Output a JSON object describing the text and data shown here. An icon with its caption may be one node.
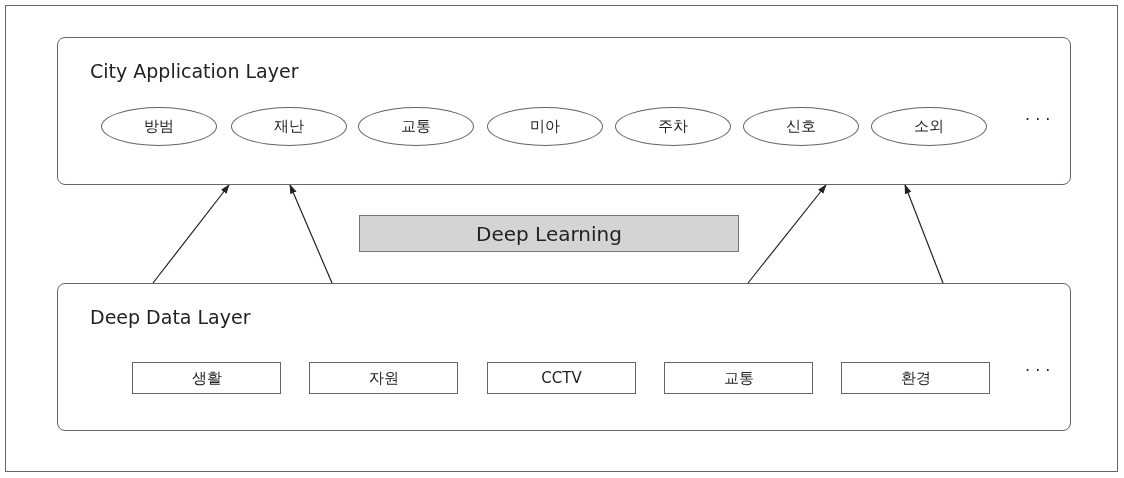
{
  "diagram": {
    "nodes": [
      {
        "text": [
          "City Application Layer"
        ]
      },
      {
        "text": [
          "방범"
        ],
        "in": 0
      },
      {
        "text": [
          "재난"
        ],
        "in": 0
      },
      {
        "text": [
          "교통"
        ],
        "in": 0
      },
      {
        "text": [
          "미아"
        ],
        "in": 0
      },
      {
        "text": [
          "주차"
        ],
        "in": 0
      },
      {
        "text": [
          "신호"
        ],
        "in": 0
      },
      {
        "text": [
          "소외"
        ],
        "in": 0
      },
      {
        "text": [
          "Deep Learning"
        ]
      },
      {
        "text": [
          "Deep Data Layer"
        ]
      },
      {
        "text": [
          "생활"
        ],
        "in": 9
      },
      {
        "text": [
          "자원"
        ],
        "in": 9
      },
      {
        "text": [
          "CCTV"
        ],
        "in": 9
      },
      {
        "text": [
          "교통"
        ],
        "in": 9
      },
      {
        "text": [
          "환경"
        ],
        "in": 9
      }
    ],
    "edges": [
      {
        "from": 9,
        "to": 0,
        "arrow": "to"
      },
      {
        "from": 9,
        "to": 0,
        "arrow": "to"
      },
      {
        "from": 9,
        "to": 0,
        "arrow": "to"
      },
      {
        "from": 9,
        "to": 0,
        "arrow": "to"
      }
    ],
    "labels": [
      "· · ·",
      "· · ·"
    ]
  }
}
